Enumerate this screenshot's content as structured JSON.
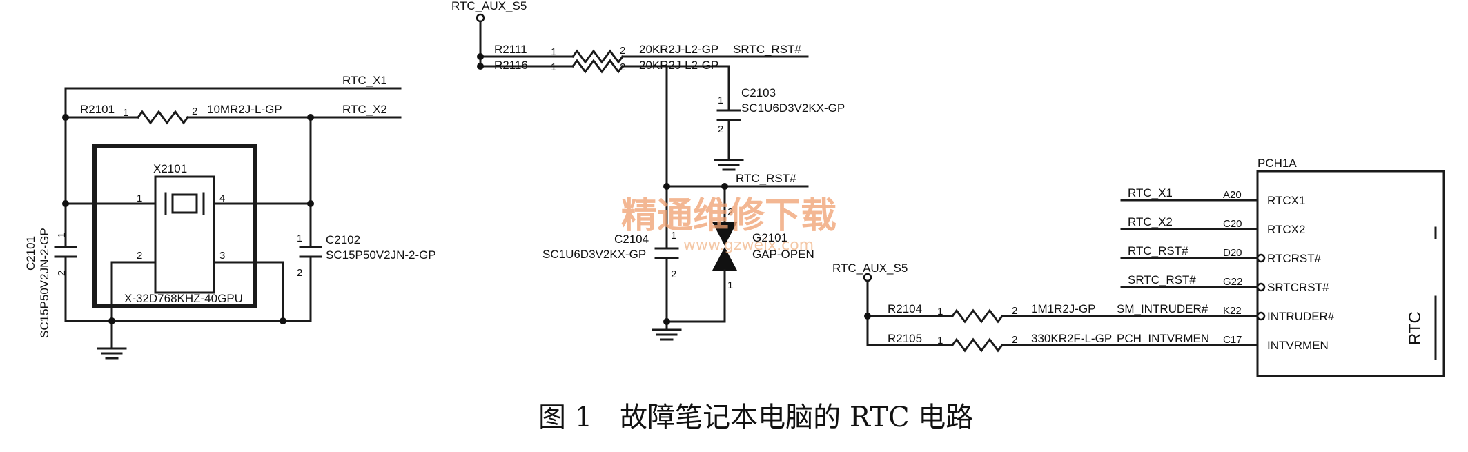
{
  "nets": {
    "rtc_aux_s5_top": "RTC_AUX_S5",
    "rtc_aux_s5_mid": "RTC_AUX_S5",
    "rtc_x1": "RTC_X1",
    "rtc_x2": "RTC_X2",
    "srtc_rst": "SRTC_RST#",
    "rtc_rst": "RTC_RST#",
    "sm_intruder": "SM_INTRUDER#",
    "pch_intvrmen": "PCH_INTVRMEN"
  },
  "components": {
    "r2101": {
      "ref": "R2101",
      "pin1": "1",
      "pin2": "2",
      "value": "10MR2J-L-GP"
    },
    "x2101": {
      "ref": "X2101",
      "pin1": "1",
      "pin2": "2",
      "pin3": "3",
      "pin4": "4",
      "value": "X-32D768KHZ-40GPU"
    },
    "c2101": {
      "ref": "C2101",
      "pin1": "1",
      "pin2": "2",
      "value": "SC15P50V2JN-2-GP"
    },
    "c2102": {
      "ref": "C2102",
      "pin1": "1",
      "pin2": "2",
      "value": "SC15P50V2JN-2-GP"
    },
    "r2111": {
      "ref": "R2111",
      "pin1": "1",
      "pin2": "2",
      "value": "20KR2J-L2-GP"
    },
    "r2116": {
      "ref": "R2116",
      "pin1": "1",
      "pin2": "2",
      "value": "20KR2J-L2-GP"
    },
    "c2103": {
      "ref": "C2103",
      "pin1": "1",
      "pin2": "2",
      "value": "SC1U6D3V2KX-GP"
    },
    "c2104": {
      "ref": "C2104",
      "pin1": "1",
      "pin2": "2",
      "value": "SC1U6D3V2KX-GP"
    },
    "g2101": {
      "ref": "G2101",
      "pin1": "1",
      "pin2": "2",
      "value": "GAP-OPEN"
    },
    "r2104": {
      "ref": "R2104",
      "pin1": "1",
      "pin2": "2",
      "value": "1M1R2J-GP"
    },
    "r2105": {
      "ref": "R2105",
      "pin1": "1",
      "pin2": "2",
      "value": "330KR2F-L-GP"
    }
  },
  "pch": {
    "ref": "PCH1A",
    "block_label": "RTC",
    "pins": [
      {
        "net": "RTC_X1",
        "ball": "A20",
        "name": "RTCX1"
      },
      {
        "net": "RTC_X2",
        "ball": "C20",
        "name": "RTCX2"
      },
      {
        "net": "RTC_RST#",
        "ball": "D20",
        "name": "RTCRST#"
      },
      {
        "net": "SRTC_RST#",
        "ball": "G22",
        "name": "SRTCRST#"
      },
      {
        "net": "",
        "ball": "K22",
        "name": "INTRUDER#"
      },
      {
        "net": "",
        "ball": "C17",
        "name": "INTVRMEN"
      }
    ]
  },
  "watermark": {
    "main": "精通维修下载",
    "url": "www.gzweix.com"
  },
  "caption": "图 1　故障笔记本电脑的 RTC 电路"
}
